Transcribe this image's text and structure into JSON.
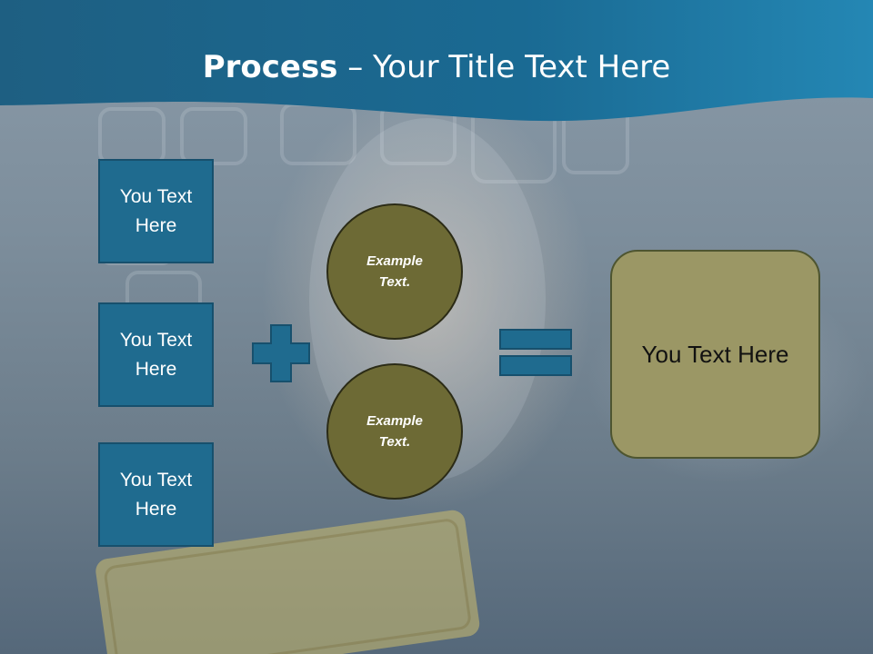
{
  "slide": {
    "title_bold": "Process",
    "title_rest": " – Your Title Text Here",
    "left_boxes": [
      {
        "label": "You Text Here"
      },
      {
        "label": "You Text Here"
      },
      {
        "label": "You Text Here"
      }
    ],
    "circles": [
      {
        "label": "Example Text."
      },
      {
        "label": "Example Text."
      }
    ],
    "result": {
      "label": "You Text Here"
    },
    "operators": {
      "plus": "plus-icon",
      "equals": "equals-icon"
    },
    "colors": {
      "header": "#1d6a8f",
      "box_fill": "#1f6b8f",
      "circle_fill": "#6d6a35",
      "result_fill": "#9b9765"
    }
  }
}
